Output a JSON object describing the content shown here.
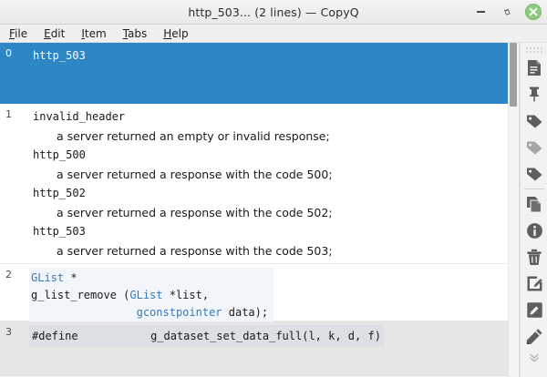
{
  "window": {
    "title": "http_503... (2 lines) — CopyQ",
    "controls": {
      "minimize": "Minimize",
      "maximize": "Restore",
      "close": "Close"
    }
  },
  "menubar": {
    "items": [
      {
        "mnemonic": "F",
        "rest": "ile"
      },
      {
        "mnemonic": "E",
        "rest": "dit"
      },
      {
        "mnemonic": "I",
        "rest": "tem"
      },
      {
        "mnemonic": "T",
        "rest": "abs"
      },
      {
        "mnemonic": "H",
        "rest": "elp"
      }
    ]
  },
  "list": {
    "items": [
      {
        "index": "0",
        "state": "selected",
        "lines": [
          {
            "kind": "mono",
            "indent": 1,
            "text": "http_503"
          }
        ]
      },
      {
        "index": "1",
        "state": "normal",
        "lines": [
          {
            "kind": "mono",
            "indent": 1,
            "text": "invalid_header"
          },
          {
            "kind": "prose",
            "indent": 2,
            "text": "a server returned an empty or invalid response;"
          },
          {
            "kind": "mono",
            "indent": 1,
            "text": "http_500"
          },
          {
            "kind": "prose",
            "indent": 2,
            "text": "a server returned a response with the code 500;"
          },
          {
            "kind": "mono",
            "indent": 1,
            "text": "http_502"
          },
          {
            "kind": "prose",
            "indent": 2,
            "text": "a server returned a response with the code 502;"
          },
          {
            "kind": "mono",
            "indent": 1,
            "text": "http_503"
          },
          {
            "kind": "prose",
            "indent": 2,
            "text": "a server returned a response with the code 503;"
          }
        ]
      },
      {
        "index": "2",
        "state": "code",
        "code_lines": [
          [
            {
              "t": "GList",
              "c": "type"
            },
            {
              "t": " *",
              "c": "plain"
            }
          ],
          [
            {
              "t": "g_list_remove (",
              "c": "plain"
            },
            {
              "t": "GList",
              "c": "type"
            },
            {
              "t": " *list,",
              "c": "plain"
            }
          ],
          [
            {
              "t": "                ",
              "c": "plain"
            },
            {
              "t": "gconstpointer",
              "c": "type"
            },
            {
              "t": " data);",
              "c": "plain"
            }
          ]
        ]
      },
      {
        "index": "3",
        "state": "hovered",
        "define": {
          "keyword": "#define",
          "gap": "           ",
          "macro": "g_dataset_set_data_full(l, k, d, f)"
        }
      }
    ]
  },
  "scrollbar": {
    "label": "vertical-scrollbar"
  },
  "toolbar": {
    "handle": "drag-handle",
    "buttons": [
      {
        "icon": "document-icon",
        "label": "Show content"
      },
      {
        "icon": "pin-icon",
        "label": "Pin item"
      },
      {
        "icon": "tag-dark-icon",
        "label": "Add tag"
      },
      {
        "icon": "tag-light-icon",
        "label": "Tag"
      },
      {
        "icon": "tag-dark2-icon",
        "label": "Tag"
      },
      {
        "sep": true
      },
      {
        "icon": "copy-icon",
        "label": "Copy"
      },
      {
        "icon": "info-icon",
        "label": "Item info"
      },
      {
        "icon": "trash-icon",
        "label": "Remove"
      },
      {
        "icon": "edit-box-icon",
        "label": "Edit"
      },
      {
        "icon": "edit-filled-icon",
        "label": "Edit notes"
      },
      {
        "icon": "pencil-icon",
        "label": "Edit item"
      }
    ],
    "overflow": "toolbar-overflow"
  },
  "colors": {
    "selection": "#2e86c4",
    "code_bg": "#f2f5fa",
    "hover_bg": "#e6e6e6",
    "syntax_type": "#3a79b8",
    "close_button": "#8fc980"
  }
}
